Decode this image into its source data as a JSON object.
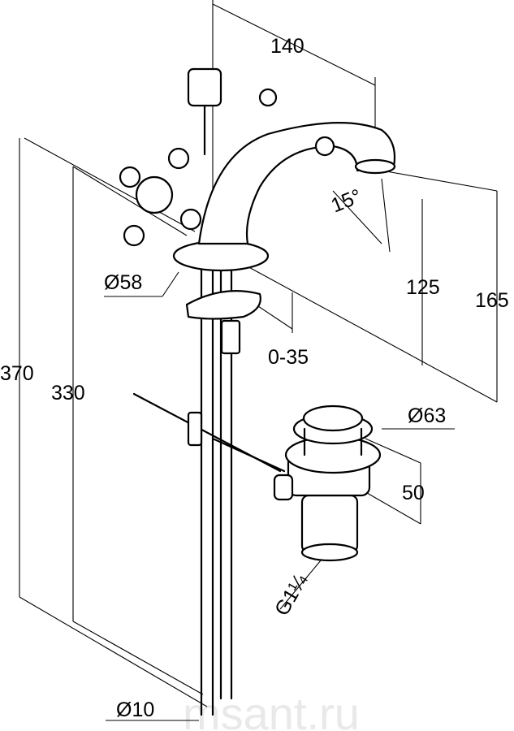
{
  "drawing": {
    "dimensions": {
      "spout_reach": "140",
      "spout_angle": "15°",
      "spout_height": "125",
      "total_spout_height": "165",
      "base_diameter": "Ø58",
      "deck_thickness": "0-35",
      "overall_height": "370",
      "hose_length": "330",
      "waste_diameter": "Ø63",
      "waste_height": "50",
      "waste_thread": "G1¼",
      "hose_diameter": "Ø10"
    },
    "watermark": "msant.ru"
  }
}
